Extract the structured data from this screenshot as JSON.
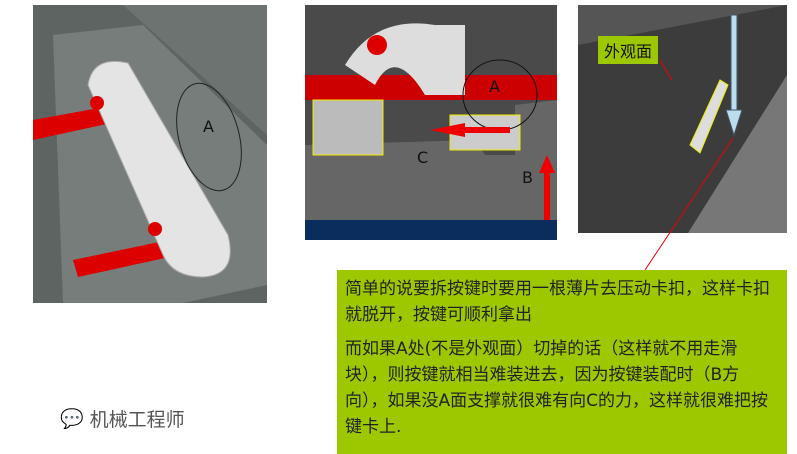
{
  "figure1": {
    "label_a": "A"
  },
  "figure2": {
    "label_a": "A",
    "label_b": "B",
    "label_c": "C"
  },
  "figure3": {
    "label_outer_surface": "外观面"
  },
  "note": {
    "paragraph1": "简单的说要拆按键时要用一根薄片去压动卡扣，这样卡扣就脱开，按键可顺利拿出",
    "paragraph2": "而如果A处(不是外观面）切掉的话（这样就不用走滑块），则按键就相当难装进去，因为按键装配时（B方向），如果没A面支撑就很难有向C的力，这样就很难把按键卡上."
  },
  "watermark": {
    "text": "机械工程师",
    "icon": "wechat-icon"
  },
  "colors": {
    "note_bg": "#9dc800",
    "red": "#e00000"
  }
}
